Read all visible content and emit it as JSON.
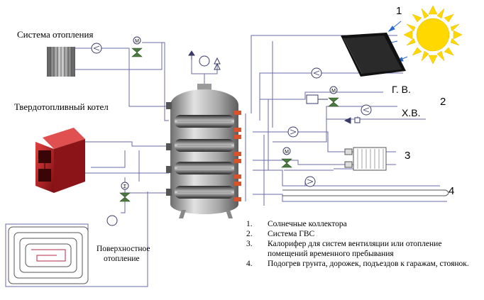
{
  "labels": {
    "heating_system": "Система отопления",
    "solid_fuel_boiler": "Твердотопливный котел",
    "floor_heating_line1": "Поверхностное",
    "floor_heating_line2": "отопление",
    "hot_water": "Г. В.",
    "cold_water": "Х.В.",
    "motor_valve_symbol": "M",
    "mixing_valve_symbol": "Σ"
  },
  "markers": {
    "m1": "1",
    "m2": "2",
    "m3": "3",
    "m4": "4"
  },
  "legend": [
    {
      "n": "1.",
      "text": "Солнечные коллектора"
    },
    {
      "n": "2.",
      "text": "Система ГВС"
    },
    {
      "n": "3.",
      "text": "Калорифер для систем вентиляции или отопление помещений временного пребывания"
    },
    {
      "n": "4.",
      "text": "Подогрев грунта, дорожек, подъездов к гаражам, стоянок."
    }
  ],
  "colors": {
    "pipe": "#6a6aa8",
    "boiler_red": "#b01e22",
    "tank_gray": "#8a8a8a",
    "sun": "#ffd800",
    "collector": "#111111",
    "coil_accent": "#d9532a"
  }
}
